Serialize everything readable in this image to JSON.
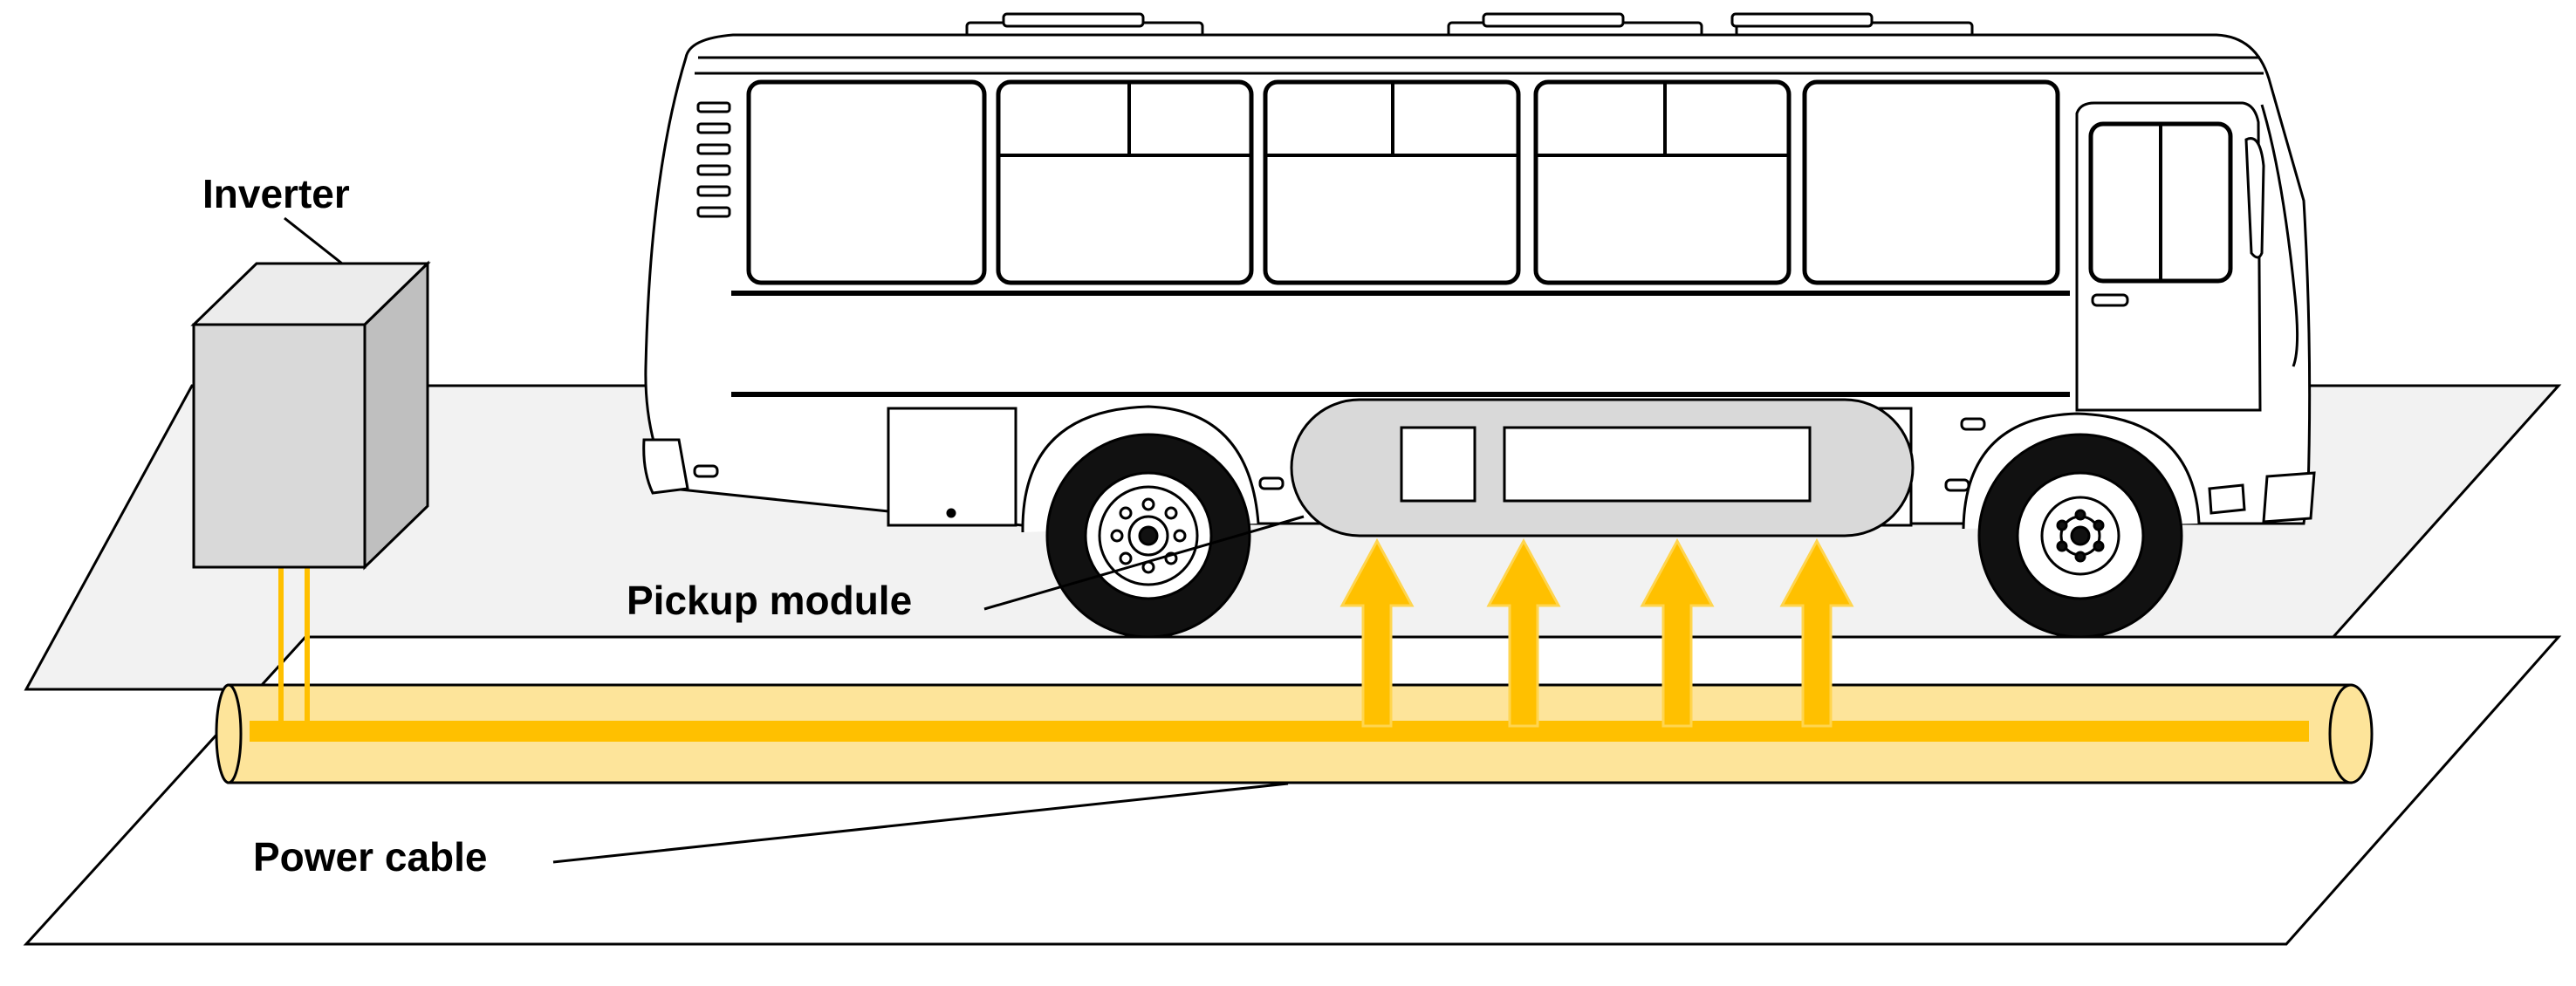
{
  "labels": {
    "inverter": "Inverter",
    "pickup_module": "Pickup module",
    "power_cable": "Power cable"
  },
  "colors": {
    "cable_fill": "#fde49a",
    "cable_core": "#ffc000",
    "arrow": "#ffc000",
    "arrow_inner": "#ffe066",
    "inverter_front": "#d9d9d9",
    "inverter_side": "#bfbfbf",
    "inverter_top": "#ececec",
    "pickup_fill": "#d9d9d9",
    "ground_plane": "#f2f2f2",
    "bus_outline": "#000000",
    "bus_body": "#ffffff"
  },
  "icons": {
    "vehicle": "bus-icon",
    "inverter": "inverter-box-icon",
    "field": "up-arrow-icon"
  }
}
